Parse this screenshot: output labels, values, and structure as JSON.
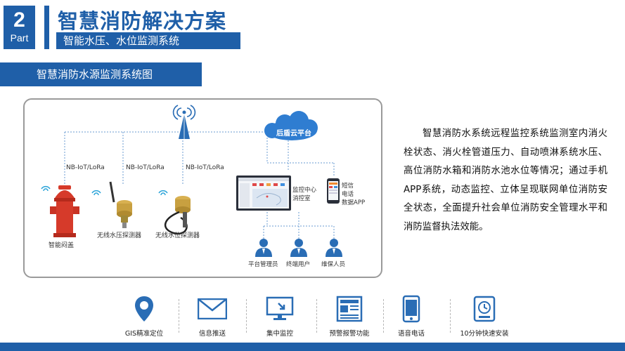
{
  "header": {
    "part_number": "2",
    "part_label": "Part",
    "title": "智慧消防解决方案",
    "subtitle": "智能水压、水位监测系统"
  },
  "section": {
    "title": "智慧消防水源监测系统图"
  },
  "diagram": {
    "cloud_label": "后盾云平台",
    "link_labels": [
      "NB-IoT/LoRa",
      "NB-IoT/LoRa",
      "NB-IoT/LoRa"
    ],
    "devices": [
      "智能闷盖",
      "无线水压探测器",
      "无线水位探测器"
    ],
    "monitor_label_1": "监控中心",
    "monitor_label_2": "消控室",
    "phone_label_1": "短信",
    "phone_label_2": "电话",
    "phone_label_3": "数据APP",
    "users": [
      "平台管理员",
      "终端用户",
      "维保人员"
    ]
  },
  "description": "智慧消防水系统远程监控系统监测室内消火栓状态、消火栓管道压力、自动喷淋系统水压、高位消防水箱和消防水池水位等情况；通过手机APP系统，动态监控、立体呈现联网单位消防安全状态，全面提升社会单位消防安全管理水平和消防监督执法效能。",
  "features": [
    {
      "icon": "location-pin-icon",
      "label": "GIS精准定位"
    },
    {
      "icon": "envelope-icon",
      "label": "信息推送"
    },
    {
      "icon": "monitor-icon",
      "label": "集中监控"
    },
    {
      "icon": "newspaper-icon",
      "label": "预警报警功能"
    },
    {
      "icon": "phone-icon",
      "label": "语音电话"
    },
    {
      "icon": "clock-device-icon",
      "label": "10分钟快速安装"
    }
  ],
  "colors": {
    "brand": "#1f5fa8",
    "hydrant_red": "#d63a2a",
    "sensor_gold": "#c8a040"
  }
}
